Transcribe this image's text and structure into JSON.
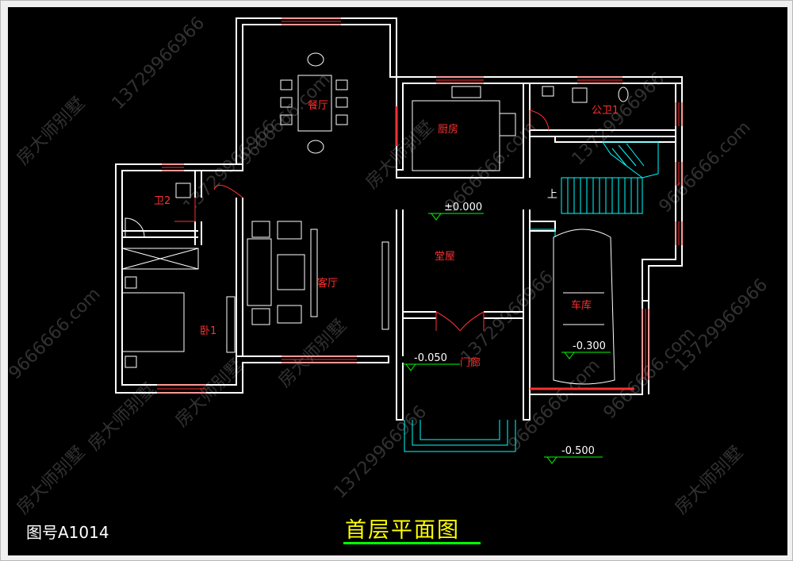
{
  "drawing": {
    "drawing_number": "图号A1014",
    "title": "首层平面图",
    "rooms": {
      "dining": "餐厅",
      "kitchen": "厨房",
      "public_bath": "公卫1",
      "bath2": "卫2",
      "bedroom1": "卧1",
      "living": "客厅",
      "hall": "堂屋",
      "porch": "门廊",
      "garage": "车库"
    },
    "levels": {
      "main": "±0.000",
      "porch": "-0.050",
      "garage": "-0.300",
      "outdoor": "-0.500"
    },
    "stair_label": "上",
    "watermarks": [
      "房大师别墅",
      "13729966966",
      "9666666.com"
    ]
  },
  "colors": {
    "wall": "#ffffff",
    "window": "#ff3030",
    "furniture": "#ffffff",
    "stairs": "#00ffff",
    "title": "#ffff00",
    "title_underline": "#00ff00",
    "room_label": "#ff3030",
    "level_mark": "#00ff00"
  }
}
